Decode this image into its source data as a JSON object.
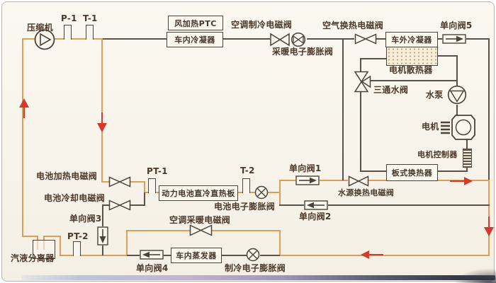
{
  "colors": {
    "line_hot": "#dc9f58",
    "line_dark": "#59524a",
    "flow_arrow": "#d6392a",
    "background": "#f7f3ea"
  },
  "labels": {
    "compressor": "压缩机",
    "p1": "P-1",
    "t1": "T-1",
    "ptc": "风加热PTC",
    "indoor_condenser": "车内冷凝器",
    "ac_cooling_solenoid": "空调制冷电磁阀",
    "heating_exv": "采暖电子膨胀阀",
    "air_hx_solenoid": "空气换热电磁阀",
    "outdoor_condenser": "车外冷凝器",
    "check5": "单向阀5",
    "motor_radiator": "电机散热器",
    "three_way_valve": "三通水阀",
    "water_pump": "水泵",
    "motor": "电机",
    "motor_controller": "电机控制器",
    "plate_hx": "板式换热器",
    "water_source_solenoid": "水源换热电磁阀",
    "battery_heating_solenoid": "电池加热电磁阀",
    "battery_cooling_solenoid": "电池冷却电磁阀",
    "pt1": "PT-1",
    "battery_plate": "动力电池直冷直热板",
    "t2": "T-2",
    "battery_exv": "电池电子膨胀阀",
    "check1": "单向阀1",
    "check2": "单向阀2",
    "ac_heating_solenoid": "空调采暖电磁阀",
    "check3": "单向阀3",
    "pt2": "PT-2",
    "separator": "汽液分离器",
    "check4": "单向阀4",
    "evaporator": "车内蒸发器",
    "cooling_exv": "制冷电子膨胀阀"
  }
}
